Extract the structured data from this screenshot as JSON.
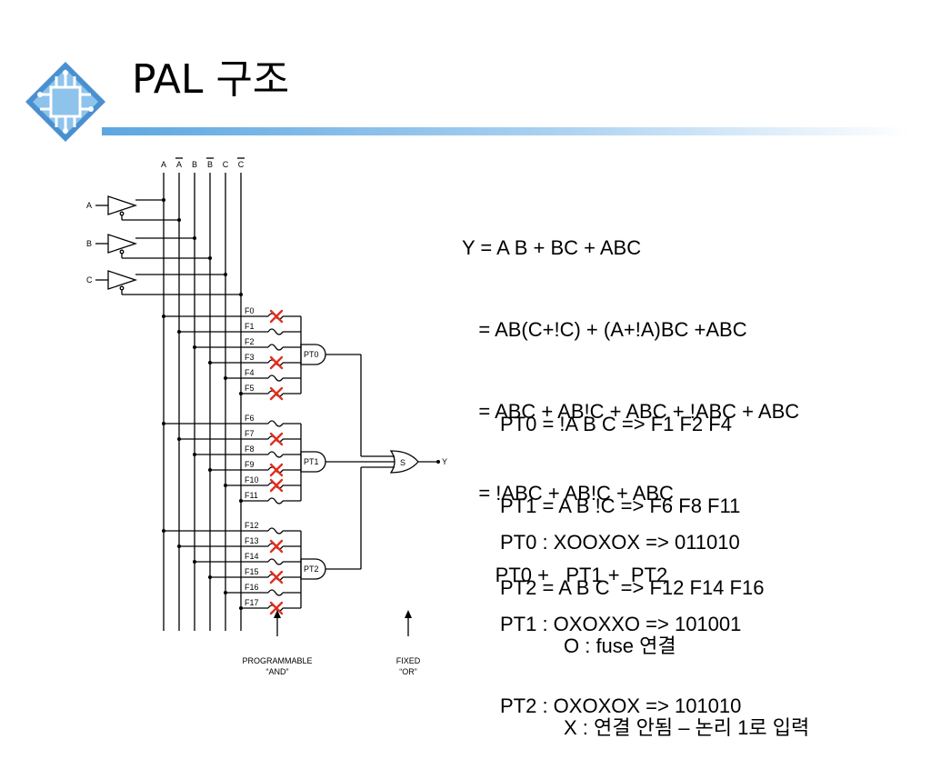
{
  "slide": {
    "title": "PAL 구조",
    "accent_color": "#5da7e0",
    "logo_icon": "circuit-board-icon"
  },
  "diagram": {
    "column_labels": [
      "A",
      "A",
      "B",
      "B",
      "C",
      "C"
    ],
    "inverted_columns": [
      1,
      3,
      5
    ],
    "input_labels": [
      "A",
      "B",
      "C"
    ],
    "fuse_labels": [
      "F0",
      "F1",
      "F2",
      "F3",
      "F4",
      "F5",
      "F6",
      "F7",
      "F8",
      "F9",
      "F10",
      "F11",
      "F12",
      "F13",
      "F14",
      "F15",
      "F16",
      "F17"
    ],
    "blown_fuses": [
      0,
      3,
      5,
      7,
      9,
      10,
      13,
      15,
      17
    ],
    "product_terms": [
      "PT0",
      "PT1",
      "PT2"
    ],
    "or_gate_label": "S",
    "output_label": "Y",
    "programmable_label": [
      "PROGRAMMABLE",
      "“AND”"
    ],
    "fixed_label": [
      "FIXED",
      "“OR”"
    ]
  },
  "equations": {
    "derivation": [
      "Y = A B + BC + ABC",
      "   = AB(C+!C) + (A+!A)BC +ABC",
      "   = ABC + AB!C + ABC + !ABC + ABC",
      "   = !ABC + AB!C + ABC",
      "      PT0 +   PT1 +  PT2"
    ],
    "pt_map": [
      "PT0 = !A B C => F1 F2 F4",
      "PT1 = A B !C => F6 F8 F11",
      "PT2 = A B C  => F12 F14 F16"
    ],
    "pt_bits": [
      "PT0 : XOOXOX => 011010",
      "PT1 : OXOXXO => 101001",
      "PT2 : OXOXOX => 101010"
    ],
    "legend": [
      "O : fuse 연결",
      "X : 연결 안됨 – 논리 1로 입력"
    ]
  }
}
